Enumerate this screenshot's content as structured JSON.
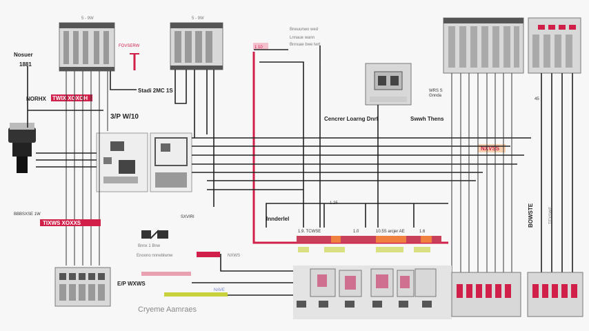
{
  "labels": {
    "top_block_1": "5 - 9W",
    "top_block_2": "5 - 9W",
    "sensor_label_1": "Nosuer",
    "sensor_label_2": "1881",
    "bus_label_a": "NORHX",
    "bus_label_b": "TWIX XOXOH",
    "antenna_label": "FOVSERW",
    "stadi": "Stadi 2MC  1S",
    "sp_w10": "3/P W/10",
    "top_note_1": "Bneuunwo wed",
    "top_note_2": "Lnnaue wann",
    "top_note_3": "Bnnuae bwe lwrt",
    "red_tag_top": "1 10",
    "center_loading": "Cencrer Loarng Dnrf",
    "switch_theme": "Swwh Thens",
    "right_small": "WRS S",
    "right_small_2": "Gnnda",
    "right_red_tag": "NXVSS",
    "right_vert_1": "BOWSTE",
    "right_vert_2": "TEXSWE",
    "right_sm_45": "45",
    "interlock": "Innderlel",
    "left_mid_label": "BBBSXSE 1W",
    "left_red_tag": "TIXWS XOXXS",
    "mid_label": "SXVIRI",
    "logo_label": "Bnnx 1 Bnw",
    "hor_label": "Enoono nnneblwnw",
    "red_bar_label": "NXWS",
    "small_label_left": "E/P WXWS",
    "legend_caption": "Cryeme Aamraes",
    "yellow_label": "NAVE",
    "rail_label_1": "1.9. TCWSE",
    "rail_label_2": "1.0",
    "rail_label_3": "10.5S arcjer AE",
    "rail_label_4": "1.6",
    "pcb_label": "1.25"
  },
  "colors": {
    "wire": "#222222",
    "accent_red": "#d0204a",
    "yellow": "#c8d23c",
    "terminal_gray": "#d8d8d8"
  }
}
